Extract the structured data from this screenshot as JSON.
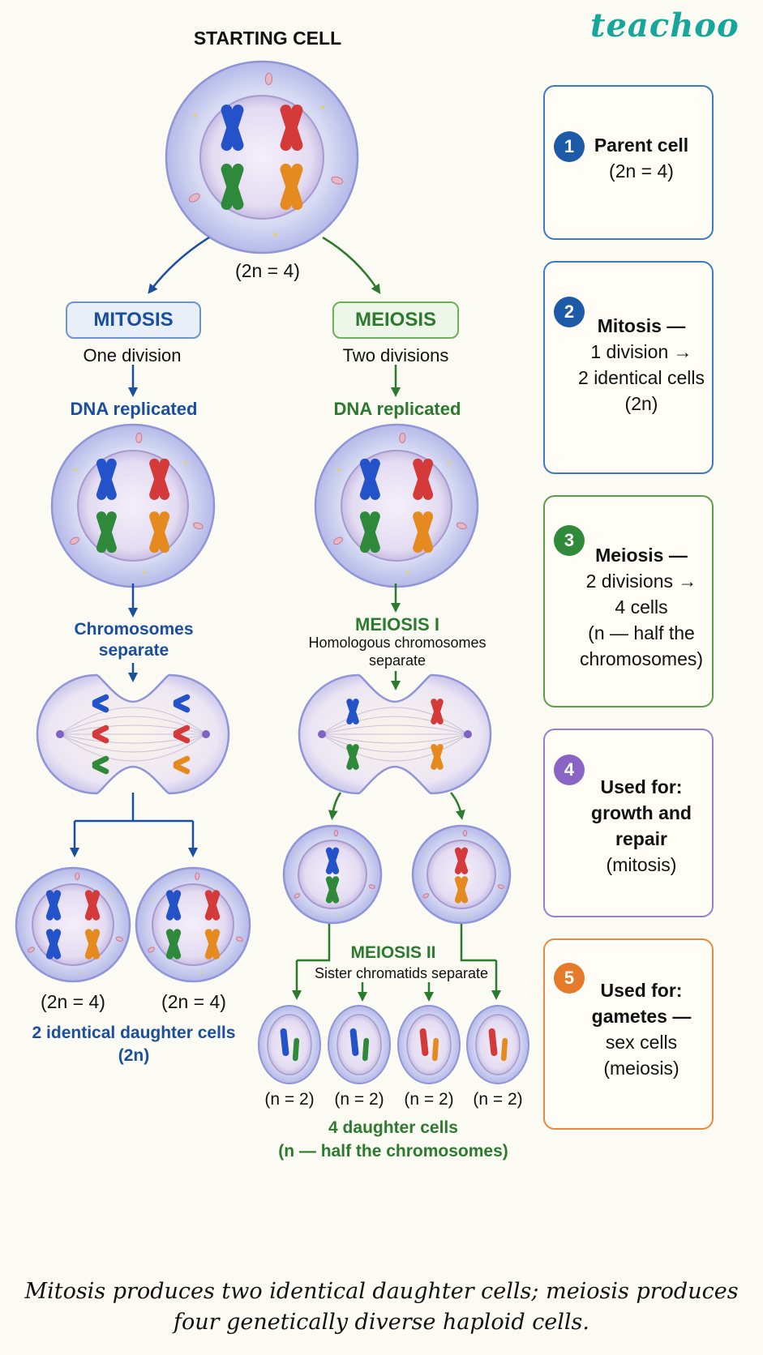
{
  "logo": "teachoo",
  "top": {
    "title": "STARTING CELL",
    "ploidy": "(2n = 4)"
  },
  "mitosis": {
    "header": "MITOSIS",
    "sub": "One division",
    "step1": "DNA replicated",
    "step2_line1": "Chromosomes",
    "step2_line2": "separate",
    "daughter_left": "(2n = 4)",
    "daughter_right": "(2n = 4)",
    "result_line1": "2 identical daughter cells",
    "result_line2": "(2n)"
  },
  "meiosis": {
    "header": "MEIOSIS",
    "sub": "Two divisions",
    "step1": "DNA replicated",
    "m1_title": "MEIOSIS I",
    "m1_line1": "Homologous chromosomes",
    "m1_line2": "separate",
    "m2_title": "MEIOSIS II",
    "m2_line1": "Sister chromatids separate",
    "gametes": [
      "(n = 2)",
      "(n = 2)",
      "(n = 2)",
      "(n = 2)"
    ],
    "result_line1": "4 daughter cells",
    "result_line2": "(n — half the chromosomes)"
  },
  "cards": [
    {
      "num": "1",
      "bold": "Parent cell",
      "rest": "(2n = 4)",
      "color": "#3a7ac8",
      "badge": "#1d5aa8"
    },
    {
      "num": "2",
      "bold": "Mitosis —",
      "rest1": "1 division →",
      "rest2": "2 identical cells",
      "rest3": "(2n)",
      "color": "#3a7ac8",
      "badge": "#1d5aa8"
    },
    {
      "num": "3",
      "bold": "Meiosis —",
      "rest1": "2 divisions →",
      "rest2": "4 cells",
      "rest3": "(n — half the",
      "rest4": "chromosomes)",
      "color": "#5aa04a",
      "badge": "#2f8a3a"
    },
    {
      "num": "4",
      "bold1": "Used for:",
      "bold2": "growth and",
      "bold3": "repair",
      "rest": "(mitosis)",
      "color": "#9b7ccf",
      "badge": "#8a64c4"
    },
    {
      "num": "5",
      "bold1": "Used for:",
      "bold2": "gametes —",
      "rest1": "sex cells",
      "rest2": "(meiosis)",
      "color": "#e58a3e",
      "badge": "#e57a2a"
    }
  ],
  "caption_line1": "Mitosis produces two identical daughter cells; meiosis produces",
  "caption_line2": "four genetically diverse haploid cells.",
  "colors": {
    "blue": "#1a4fa0",
    "green": "#2b7a2e",
    "chrom_blue": "#2453c9",
    "chrom_red": "#d43a3a",
    "chrom_green": "#2e8a3a",
    "chrom_orange": "#e58a1e"
  }
}
